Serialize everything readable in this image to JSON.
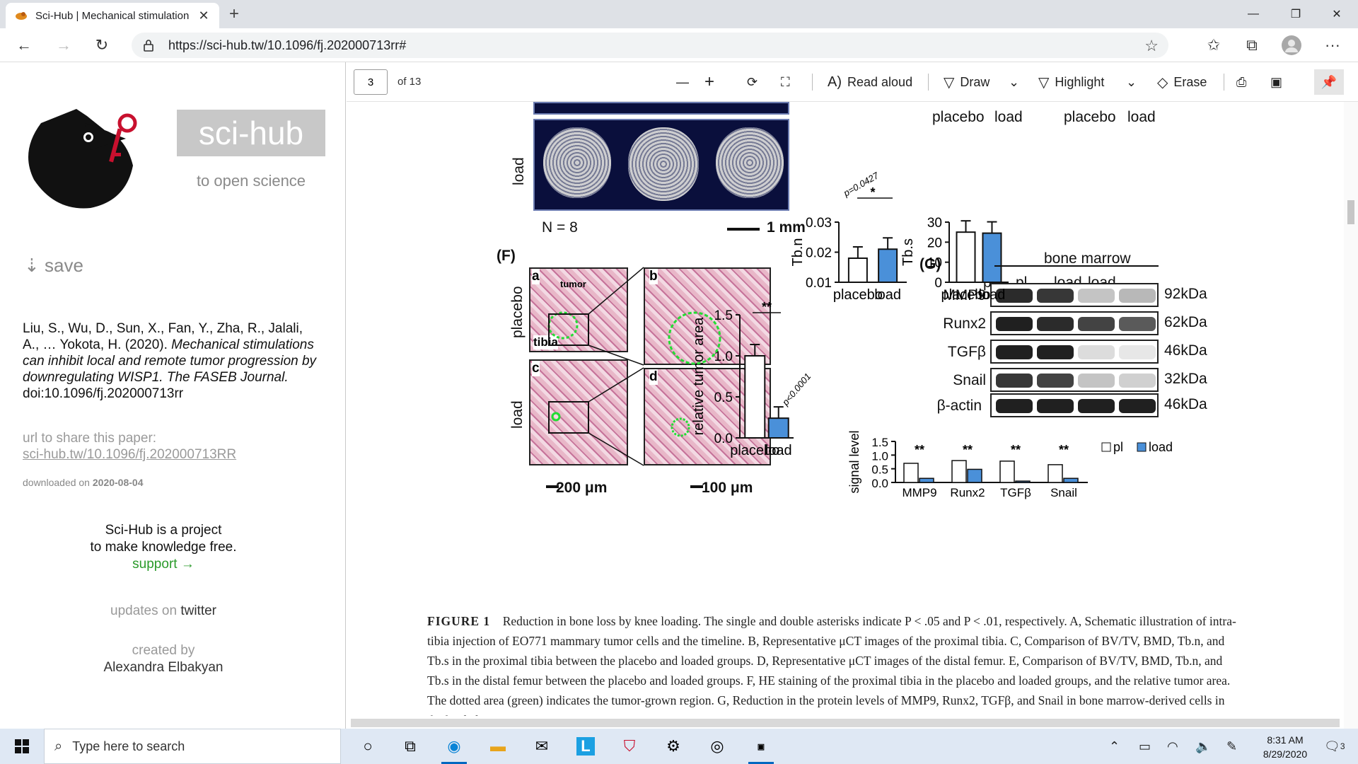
{
  "tab": {
    "title": "Sci-Hub | Mechanical stimulation",
    "close": "✕",
    "new": "+"
  },
  "window": {
    "minimize": "—",
    "restore": "❐",
    "close": "✕"
  },
  "address": {
    "url": "https://sci-hub.tw/10.1096/fj.202000713rr#"
  },
  "nav": {
    "back": "←",
    "forward": "→",
    "reload": "↻",
    "star": "☆",
    "favorites": "✩",
    "collections": "⧉",
    "more": "···"
  },
  "scihub": {
    "logo_text": "sci-hub",
    "tagline": "to open science",
    "save": "⇣ save",
    "citation_plain": "Liu, S., Wu, D., Sun, X., Fan, Y., Zha, R., Jalali, A., … Yokota, H. (2020). ",
    "citation_italic": "Mechanical stimulations can inhibit local and remote tumor progression by downregulating WISP1. The FASEB Journal.",
    "doi": "doi:10.1096/fj.202000713rr",
    "share_label": "url to share this paper:",
    "share_url": "sci-hub.tw/10.1096/fj.202000713RR",
    "downloaded_label": "downloaded on",
    "downloaded_date": "2020-08-04",
    "project_line1": "Sci-Hub is a project",
    "project_line2": "to make knowledge free.",
    "support": "support →",
    "updates_on": "updates on",
    "twitter": "twitter",
    "created_by": "created by",
    "author": "Alexandra Elbakyan"
  },
  "pdf": {
    "page": "3",
    "of": "of 13",
    "zoom_out": "—",
    "zoom_in": "+",
    "read_aloud": "Read aloud",
    "draw": "Draw",
    "highlight": "Highlight",
    "erase": "Erase"
  },
  "figure": {
    "load": "load",
    "n": "N = 8",
    "scale_1mm": "1 mm",
    "f": "(F)",
    "g": "(G)",
    "placebo": "placebo",
    "tibia": "tibia",
    "tumor": "tumor",
    "a": "a",
    "b": "b",
    "c": "c",
    "d": "d",
    "scale_200": "200 μm",
    "scale_100": "100 μm",
    "bone_marrow": "bone marrow",
    "lanes": [
      "pl",
      "pl",
      "load",
      "load"
    ],
    "proteins": [
      "MMP9",
      "Runx2",
      "TGFβ",
      "Snail",
      "β-actin"
    ],
    "kda": [
      "92kDa",
      "62kDa",
      "46kDa",
      "32kDa",
      "46kDa"
    ],
    "p0427": "p=0.0427",
    "p0001": "p<0.0001",
    "star": "*",
    "dstar": "**",
    "caption_label": "FIGURE 1",
    "caption": "Reduction in bone loss by knee loading. The single and double asterisks indicate P < .05 and P < .01, respectively. A, Schematic illustration of intra-tibia injection of EO771 mammary tumor cells and the timeline. B, Representative μCT images of the proximal tibia. C, Comparison of BV/TV, BMD, Tb.n, and Tb.s in the proximal tibia between the placebo and loaded groups. D, Representative μCT images of the distal femur. E, Comparison of BV/TV, BMD, Tb.n, and Tb.s in the distal femur between the placebo and loaded groups. F, HE staining of the proximal tibia in the placebo and loaded groups, and the relative tumor area. The dotted area (green) indicates the tumor-grown region. G, Reduction in the protein levels of MMP9, Runx2, TGFβ, and Snail in bone marrow-derived cells in the loaded group"
  },
  "chart_data": [
    {
      "type": "bar",
      "categories": [
        "placebo",
        "load"
      ],
      "values": [
        0.018,
        0.021
      ],
      "ylabel": "Tb.n",
      "ylim": [
        0.01,
        0.03
      ],
      "yticks": [
        "0.01",
        "0.02",
        "0.03"
      ]
    },
    {
      "type": "bar",
      "categories": [
        "placebo",
        "load"
      ],
      "values": [
        25,
        24.5
      ],
      "ylabel": "Tb.s",
      "ylim": [
        0,
        30
      ],
      "yticks": [
        "0",
        "10",
        "20",
        "30"
      ]
    },
    {
      "type": "bar",
      "categories": [
        "placebo",
        "load"
      ],
      "values": [
        1.0,
        0.24
      ],
      "ylabel": "relative tumor area",
      "ylim": [
        0,
        1.5
      ],
      "yticks": [
        "0.0",
        "0.5",
        "1.0",
        "1.5"
      ]
    },
    {
      "type": "bar",
      "categories": [
        "MMP9",
        "Runx2",
        "TGFβ",
        "Snail"
      ],
      "ylabel": "signal level",
      "ylim": [
        0,
        1.5
      ],
      "yticks": [
        "0.0",
        "0.5",
        "1.0",
        "1.5"
      ],
      "series": [
        {
          "name": "pl",
          "values": [
            0.7,
            0.8,
            0.78,
            0.65
          ]
        },
        {
          "name": "load",
          "values": [
            0.15,
            0.48,
            0.05,
            0.15
          ]
        }
      ]
    }
  ],
  "taskbar": {
    "search_placeholder": "Type here to search",
    "time": "8:31 AM",
    "date": "8/29/2020",
    "notif": "3"
  },
  "colors": {
    "accent": "#0067c0",
    "bar_load": "#4a90d9",
    "support": "#2a9a2a"
  }
}
